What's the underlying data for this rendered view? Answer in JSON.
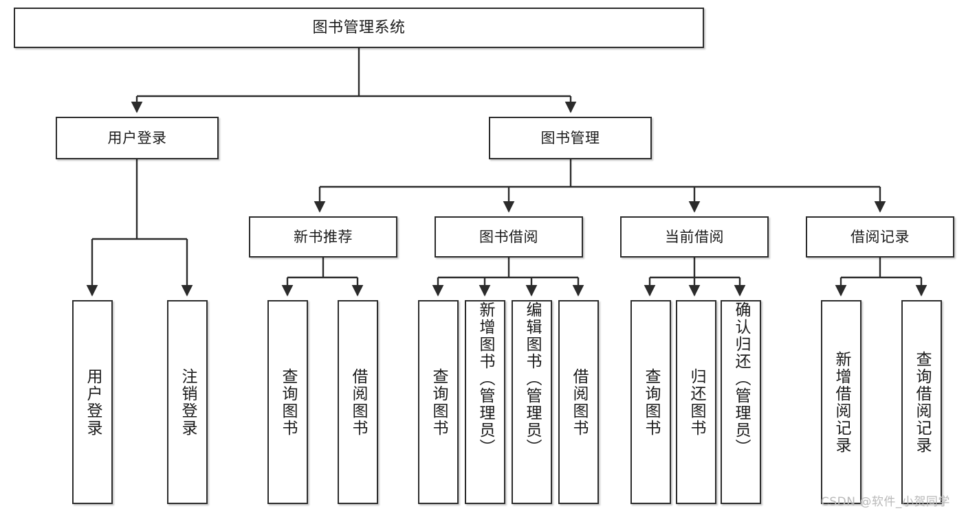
{
  "diagram": {
    "title": "图书管理系统",
    "type": "tree-hierarchy",
    "watermark": "CSDN @软件_小贺同学",
    "colors": {
      "box_border": "#2b2b2b",
      "box_fill": "#ffffff",
      "edge": "#2b2b2b",
      "text": "#1a1a1a",
      "watermark": "#b9b9b9"
    },
    "levels": {
      "root": "图书管理系统",
      "level2": [
        "用户登录",
        "图书管理"
      ],
      "level3": [
        "新书推荐",
        "图书借阅",
        "当前借阅",
        "借阅记录"
      ]
    },
    "nodes": {
      "root": {
        "label": "图书管理系统"
      },
      "user_login": {
        "label": "用户登录"
      },
      "book_manage": {
        "label": "图书管理"
      },
      "new_book_rec": {
        "label": "新书推荐"
      },
      "book_borrow": {
        "label": "图书借阅"
      },
      "current_borrow": {
        "label": "当前借阅"
      },
      "borrow_record": {
        "label": "借阅记录"
      },
      "leaf_user_login": {
        "label": "用户登录"
      },
      "leaf_logout": {
        "label": "注销登录"
      },
      "leaf_query_book_a": {
        "label": "查询图书"
      },
      "leaf_borrow_book_a": {
        "label": "借阅图书"
      },
      "leaf_query_book_b": {
        "label": "查询图书"
      },
      "leaf_add_book": {
        "label": "新增图书（管理员）"
      },
      "leaf_edit_book": {
        "label": "编辑图书（管理员）"
      },
      "leaf_borrow_book_b": {
        "label": "借阅图书"
      },
      "leaf_query_book_c": {
        "label": "查询图书"
      },
      "leaf_return_book": {
        "label": "归还图书"
      },
      "leaf_confirm_return": {
        "label": "确认归还（管理员）"
      },
      "leaf_add_record": {
        "label": "新增借阅记录"
      },
      "leaf_query_record": {
        "label": "查询借阅记录"
      }
    },
    "edges": [
      {
        "from": "图书管理系统",
        "to": "用户登录"
      },
      {
        "from": "图书管理系统",
        "to": "图书管理"
      },
      {
        "from": "用户登录",
        "to": "用户登录"
      },
      {
        "from": "用户登录",
        "to": "注销登录"
      },
      {
        "from": "图书管理",
        "to": "新书推荐"
      },
      {
        "from": "图书管理",
        "to": "图书借阅"
      },
      {
        "from": "图书管理",
        "to": "当前借阅"
      },
      {
        "from": "图书管理",
        "to": "借阅记录"
      },
      {
        "from": "新书推荐",
        "to": "查询图书"
      },
      {
        "from": "新书推荐",
        "to": "借阅图书"
      },
      {
        "from": "图书借阅",
        "to": "查询图书"
      },
      {
        "from": "图书借阅",
        "to": "新增图书（管理员）"
      },
      {
        "from": "图书借阅",
        "to": "编辑图书（管理员）"
      },
      {
        "from": "图书借阅",
        "to": "借阅图书"
      },
      {
        "from": "当前借阅",
        "to": "查询图书"
      },
      {
        "from": "当前借阅",
        "to": "归还图书"
      },
      {
        "from": "当前借阅",
        "to": "确认归还（管理员）"
      },
      {
        "from": "借阅记录",
        "to": "新增借阅记录"
      },
      {
        "from": "借阅记录",
        "to": "查询借阅记录"
      }
    ]
  }
}
